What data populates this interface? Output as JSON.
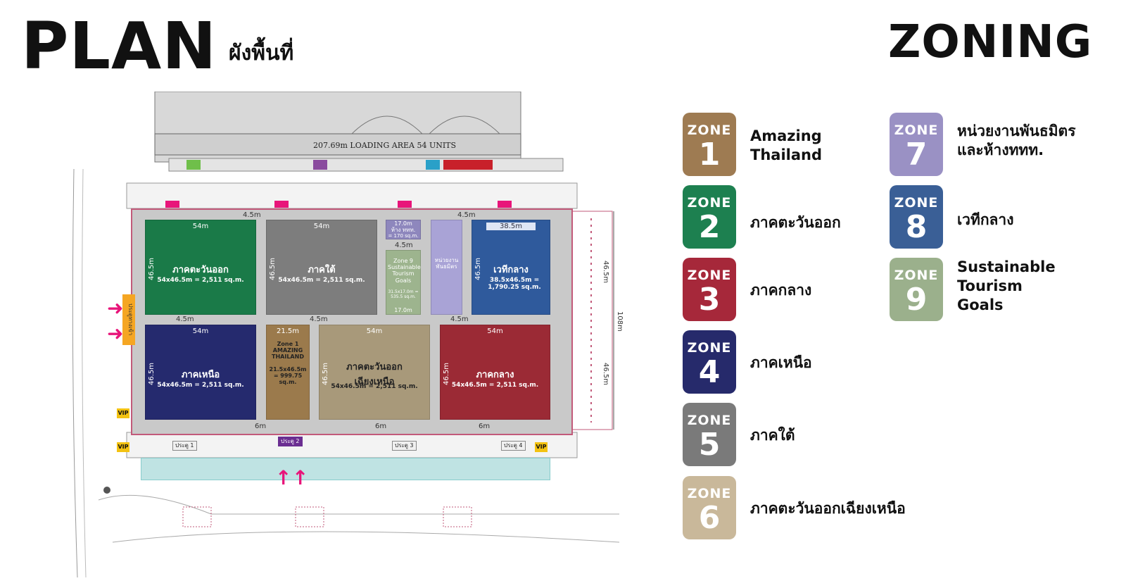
{
  "header": {
    "plan_title": "PLAN",
    "plan_subtitle": "ผังพื้นที่",
    "zoning_title": "ZONING"
  },
  "floorplan": {
    "loading_area": "207.69m LOADING AREA 54 UNITS",
    "total_height_dim": "108m",
    "side_dim_top": "46.5m",
    "side_dim_bottom": "46.5m",
    "gap_45": "4.5m",
    "gap_6": "6m",
    "blocks": {
      "east": {
        "label": "ภาคตะวันออก",
        "area": "54x46.5m = 2,511 sq.m.",
        "width": "54m",
        "height": "46.5m",
        "color": "#1a7a48"
      },
      "south": {
        "label": "ภาคใต้",
        "area": "54x46.5m = 2,511 sq.m.",
        "width": "54m",
        "height": "46.5m",
        "color": "#7d7d7d"
      },
      "partner_store": {
        "label": "ห้าง ททท.",
        "area": "= 170 sq.m.",
        "width": "17.0m",
        "color": "#8e87bd"
      },
      "sdg": {
        "label": "Zone 9 Sustainable Tourism Goals",
        "area": "31.5x17.0m = 535.5 sq.m.",
        "width": "17.0m",
        "color": "#9db48e"
      },
      "partner": {
        "label": "หน่วยงาน พันธมิตร",
        "color": "#a9a3d6"
      },
      "stage": {
        "label": "เวทีกลาง",
        "area": "38.5x46.5m = 1,790.25 sq.m.",
        "width": "38.5m",
        "height": "46.5m",
        "color": "#2f5a9c"
      },
      "north": {
        "label": "ภาคเหนือ",
        "area": "54x46.5m = 2,511 sq.m.",
        "width": "54m",
        "height": "46.5m",
        "color": "#252a6e"
      },
      "amazing": {
        "label": "Zone 1 AMAZING THAILAND",
        "area": "21.5x46.5m = 999.75 sq.m.",
        "width": "21.5m",
        "height": "46.5m",
        "color": "#9b7a4c"
      },
      "northeast": {
        "label": "ภาคตะวันออก เฉียงเหนือ",
        "area": "54x46.5m = 2,511 sq.m.",
        "width": "54m",
        "height": "46.5m",
        "color": "#a8997a"
      },
      "central": {
        "label": "ภาคกลาง",
        "area": "54x46.5m = 2,511 sq.m.",
        "width": "54m",
        "height": "46.5m",
        "color": "#9b2a35"
      }
    },
    "gates": [
      "ประตู 1",
      "ประตู 2",
      "ประตู 3",
      "ประตู 4"
    ],
    "vip_label": "VIP",
    "side_entry_label": "ประตูทางเข้า"
  },
  "legend": [
    {
      "zone_word": "ZONE",
      "number": "1",
      "label": "Amazing\nThailand",
      "color": "#9e7b52"
    },
    {
      "zone_word": "ZONE",
      "number": "2",
      "label": "ภาคตะวันออก",
      "color": "#1d8050"
    },
    {
      "zone_word": "ZONE",
      "number": "3",
      "label": "ภาคกลาง",
      "color": "#a6283a"
    },
    {
      "zone_word": "ZONE",
      "number": "4",
      "label": "ภาคเหนือ",
      "color": "#262a6b"
    },
    {
      "zone_word": "ZONE",
      "number": "5",
      "label": "ภาคใต้",
      "color": "#7a7a7a"
    },
    {
      "zone_word": "ZONE",
      "number": "6",
      "label": "ภาคตะวันออกเฉียงเหนือ",
      "color": "#c9b89a"
    },
    {
      "zone_word": "ZONE",
      "number": "7",
      "label": "หน่วยงานพันธมิตร\nและห้างททท.",
      "color": "#9a91c4"
    },
    {
      "zone_word": "ZONE",
      "number": "8",
      "label": "เวทีกลาง",
      "color": "#3a5f96"
    },
    {
      "zone_word": "ZONE",
      "number": "9",
      "label": "Sustainable\nTourism\nGoals",
      "color": "#9bb08c"
    }
  ]
}
